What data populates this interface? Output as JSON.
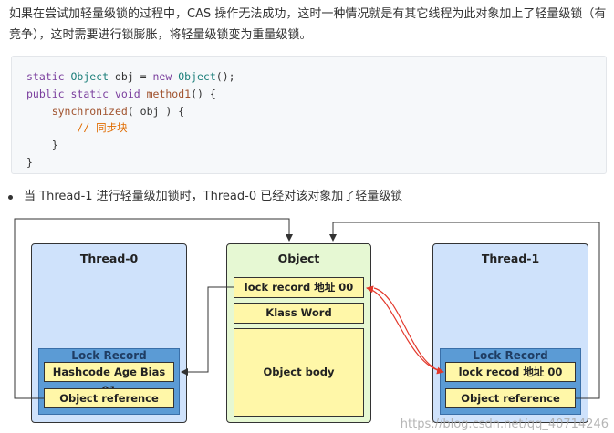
{
  "intro_text": "如果在尝试加轻量级锁的过程中，CAS 操作无法成功，这时一种情况就是有其它线程为此对象加上了轻量级锁（有竞争），这时需要进行锁膨胀，将轻量级锁变为重量级锁。",
  "code": {
    "line1": {
      "kw1": "static",
      "ty": "Object",
      "rest": " obj = ",
      "kw2": "new",
      "ty2": "Object",
      "end": "();"
    },
    "line2": {
      "kw1": "public",
      "kw2": "static",
      "kw3": "void",
      "fn": "method1",
      "end": "() {"
    },
    "line3": {
      "fn": "synchronized",
      "end": "( obj ) {"
    },
    "line4": {
      "comment": "// 同步块"
    },
    "line5": "}",
    "line6": "}"
  },
  "bullet_text": "当 Thread-1 进行轻量级加锁时，Thread-0 已经对该对象加了轻量级锁",
  "diagram": {
    "thread0": {
      "title": "Thread-0",
      "lock_record_title": "Lock Record",
      "cell1": "Hashcode Age Bias 01",
      "cell2": "Object reference"
    },
    "object": {
      "title": "Object",
      "cell1": "lock record 地址 00",
      "cell2": "Klass Word",
      "cell3": "Object body"
    },
    "thread1": {
      "title": "Thread-1",
      "lock_record_title": "Lock Record",
      "cell1": "lock recod 地址 00",
      "cell2": "Object reference"
    }
  },
  "watermark": "https://blog.csdn.net/qq_40714246",
  "colors": {
    "thread_bg": "#cfe2fb",
    "object_bg": "#e6f8d3",
    "lock_record_bg": "#5b9bd5",
    "cell_bg": "#fff7a8",
    "cas_arrow": "#e3382b"
  }
}
